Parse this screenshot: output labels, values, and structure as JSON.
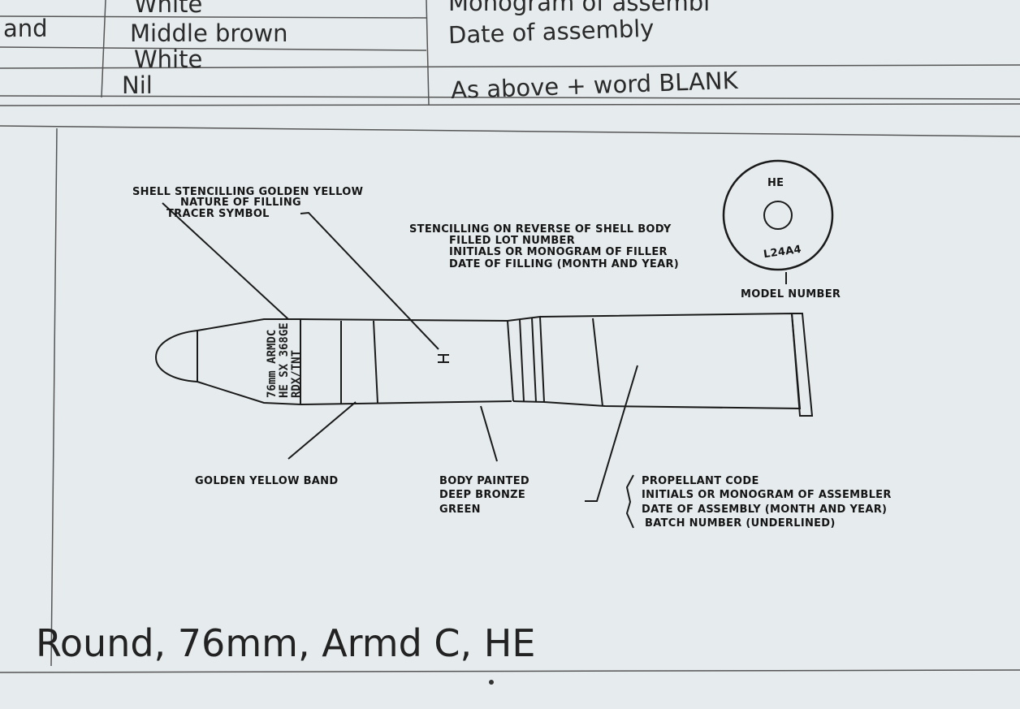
{
  "table": {
    "rows": [
      {
        "col1": "",
        "col2": "White",
        "col3": "Monogram of assembl"
      },
      {
        "col1": "and",
        "col2": "Middle brown",
        "col3": "Date of assembly"
      },
      {
        "col1": "",
        "col2": "White",
        "col3": ""
      },
      {
        "col1": "",
        "col2": "Nil",
        "col3": "As above + word BLANK"
      }
    ]
  },
  "diagram": {
    "shell_stencilling": "SHELL STENCILLING GOLDEN YELLOW",
    "nature_of_filling": "NATURE OF FILLING",
    "tracer_symbol": "TRACER SYMBOL",
    "reverse_stencilling": [
      "STENCILLING ON REVERSE OF SHELL BODY",
      "FILLED LOT NUMBER",
      "INITIALS OR MONOGRAM OF FILLER",
      "DATE OF FILLING (MONTH AND YEAR)"
    ],
    "base_top": "HE",
    "base_bottom": "L24A4",
    "model_number": "MODEL NUMBER",
    "shell_text": [
      "76mm ARMDC",
      "HE SX 368GE",
      "RDX/TNT"
    ],
    "golden_band": "GOLDEN YELLOW BAND",
    "body_painted": [
      "BODY PAINTED",
      "DEEP BRONZE",
      "GREEN"
    ],
    "cartridge_markings": [
      "PROPELLANT CODE",
      "INITIALS OR MONOGRAM OF ASSEMBLER",
      "DATE OF ASSEMBLY (MONTH AND YEAR)",
      "BATCH NUMBER (UNDERLINED)"
    ]
  },
  "caption": "Round, 76mm, Armd C, HE"
}
